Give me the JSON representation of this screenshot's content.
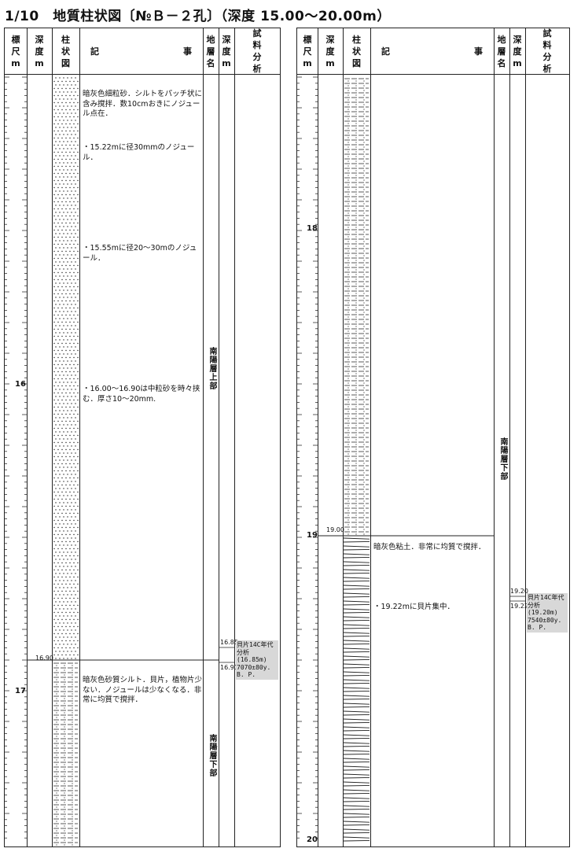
{
  "title": "1/10　地質柱状図〔№Ｂ－２孔〕（深度 15.00～20.00m）",
  "headers": {
    "scale": [
      "標",
      "尺",
      "m"
    ],
    "depth": [
      "深",
      "度",
      "m"
    ],
    "column": [
      "柱",
      "状",
      "図"
    ],
    "notes_left": "記",
    "notes_right": "事",
    "formation": [
      "地",
      "層",
      "名"
    ],
    "depth2": [
      "深",
      "度",
      "m"
    ],
    "sample": [
      "試",
      "料",
      "分",
      "析"
    ]
  },
  "left": {
    "depth_labels": [
      "16",
      "17"
    ],
    "boundary_depth": "16.90",
    "notes": [
      "暗灰色細粒砂．シルトをパッチ状に含み撹拌．数10cmおきにノジュール点在．",
      "・15.22mに径30mmのノジュール．",
      "・15.55mに径20～30mのノジュール．",
      "・16.00～16.90は中粒砂を時々挟む．厚さ10～20mm.",
      "暗灰色砂質シルト．貝片，植物片少ない．ノジュールは少なくなる．非常に均質で撹拌．"
    ],
    "formation_upper": "南陽層上部",
    "formation_lower": "南陽層下部",
    "sample_depth_a": "16.85",
    "sample_depth_b": "16.91",
    "sample_text": "貝片14C年代分析 (16.85m) 7070±80y. B. P."
  },
  "right": {
    "depth_labels": [
      "18",
      "19",
      "20"
    ],
    "boundary_depth": "19.00",
    "notes": [
      "暗灰色粘土．非常に均質で撹拌．",
      "・19.22mに貝片集中．"
    ],
    "formation": "南陽層下部",
    "sample_depth_a": "19.20",
    "sample_depth_b": "19.22",
    "sample_text": "貝片14C年代分析 (19.20m) 7540±80y. B. P."
  }
}
